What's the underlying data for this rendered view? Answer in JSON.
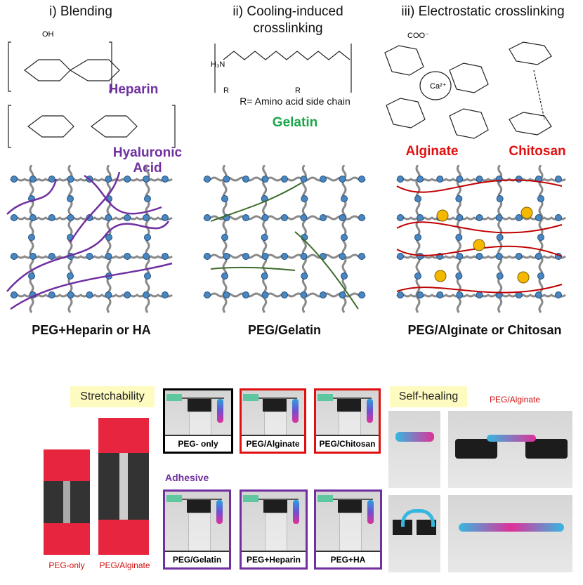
{
  "titles": {
    "blending": "i) Blending",
    "cooling_line1": "ii) Cooling-induced",
    "cooling_line2": "crosslinking",
    "electrostatic": "iii) Electrostatic crosslinking"
  },
  "molecules": {
    "heparin": "Heparin",
    "hyaluronic_acid": "Hyaluronic Acid",
    "gelatin": "Gelatin",
    "gelatin_note": "R= Amino acid side chain",
    "alginate": "Alginate",
    "chitosan": "Chitosan",
    "calcium": "Ca²⁺",
    "h3n": "H₃N",
    "r": "R",
    "oh": "OH",
    "coo": "COO⁻"
  },
  "network_labels": {
    "blend": "PEG+Heparin or HA",
    "gelatin": "PEG/Gelatin",
    "electro": "PEG/Alginate or Chitosan"
  },
  "stretch": {
    "label": "Stretchability",
    "left": "PEG-only",
    "right": "PEG/Alginate"
  },
  "adhesive": {
    "label": "Adhesive",
    "panels": [
      "PEG- only",
      "PEG/Alginate",
      "PEG/Chitosan",
      "PEG/Gelatin",
      "PEG+Heparin",
      "PEG+HA"
    ]
  },
  "selfheal": {
    "label": "Self-healing",
    "sample": "PEG/Alginate"
  },
  "colors": {
    "purple": "#7030a0",
    "green": "#1aa64a",
    "red": "#e01010",
    "peg_node": "#4a86c0",
    "yellow": "#f5b800"
  }
}
